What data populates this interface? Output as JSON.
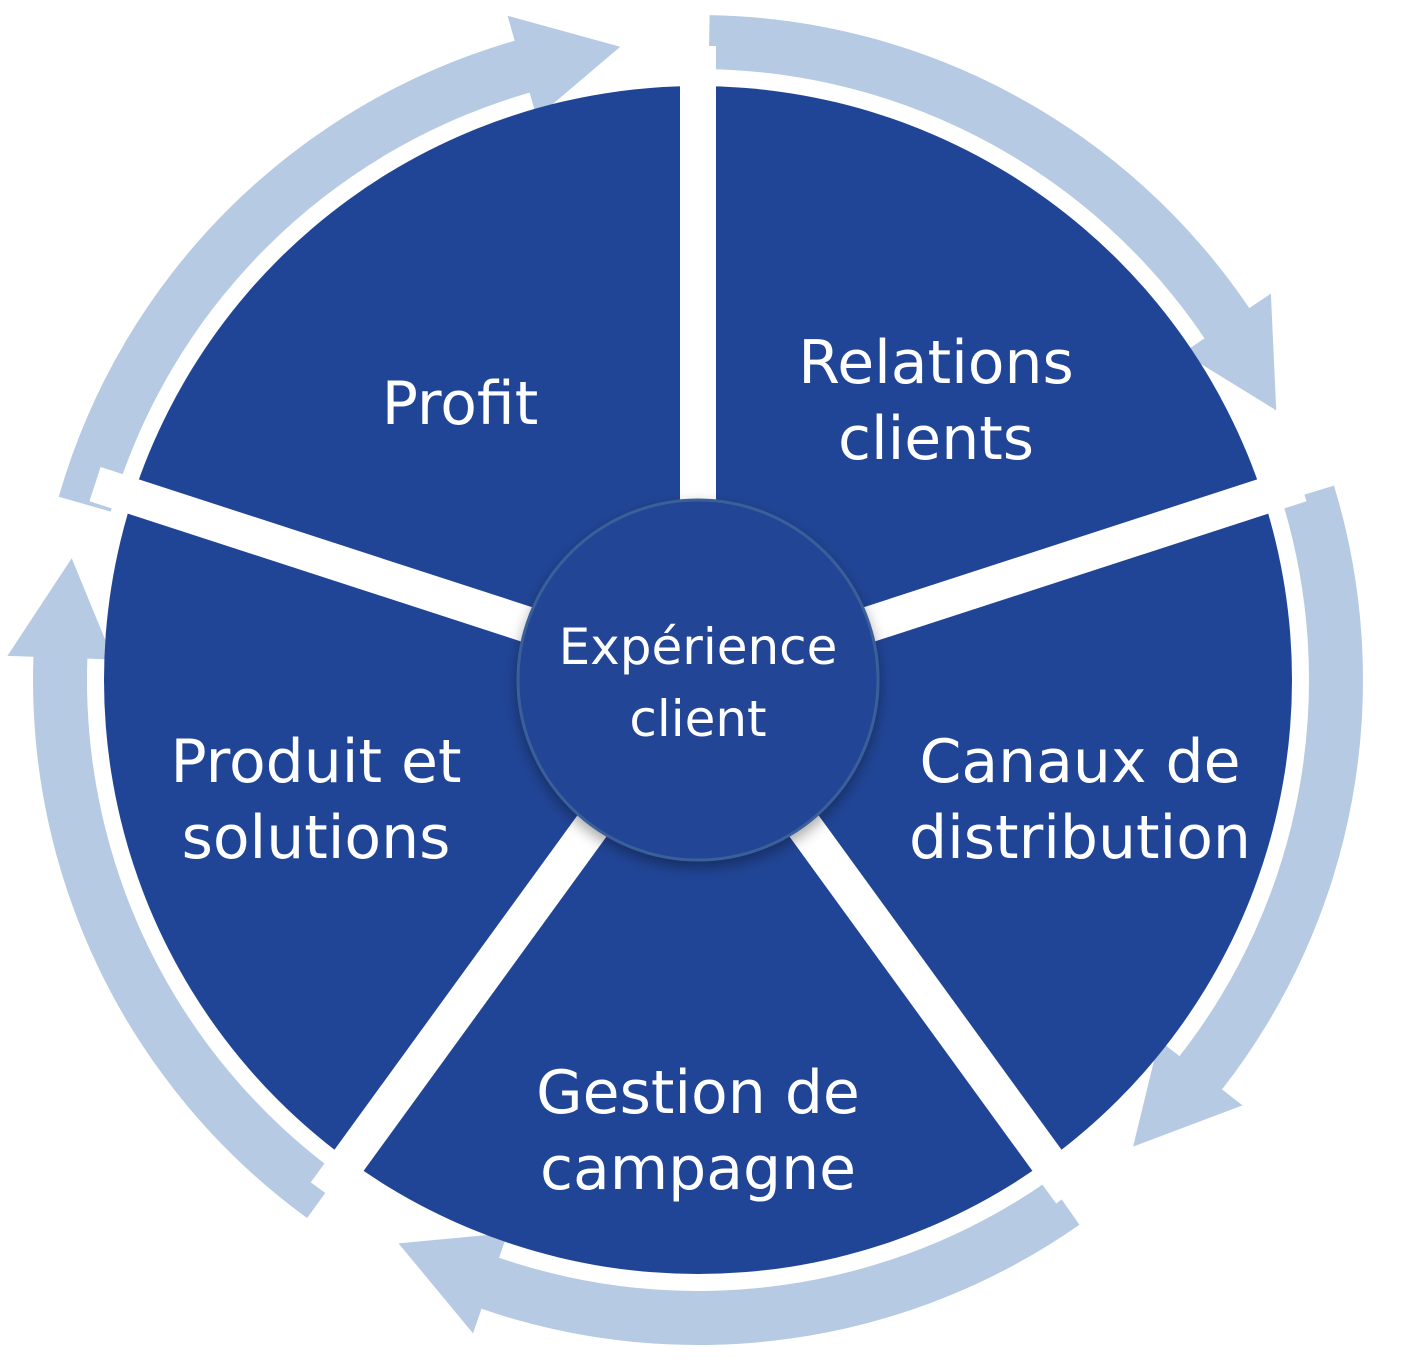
{
  "center": {
    "lines": [
      "Expérience",
      "client"
    ]
  },
  "segments": [
    {
      "id": "profit",
      "lines": [
        "Profit"
      ]
    },
    {
      "id": "relations-clients",
      "lines": [
        "Relations",
        "clients"
      ]
    },
    {
      "id": "canaux-de-distribution",
      "lines": [
        "Canaux de",
        "distribution"
      ]
    },
    {
      "id": "gestion-de-campagne",
      "lines": [
        "Gestion de",
        "campagne"
      ]
    },
    {
      "id": "produit-et-solutions",
      "lines": [
        "Produit et",
        "solutions"
      ]
    }
  ],
  "colors": {
    "segment_fill": "#214596",
    "arrow_fill": "#b6cae4",
    "center_stroke": "#3a5f99",
    "label_text": "#ffffff",
    "background": "#ffffff"
  }
}
